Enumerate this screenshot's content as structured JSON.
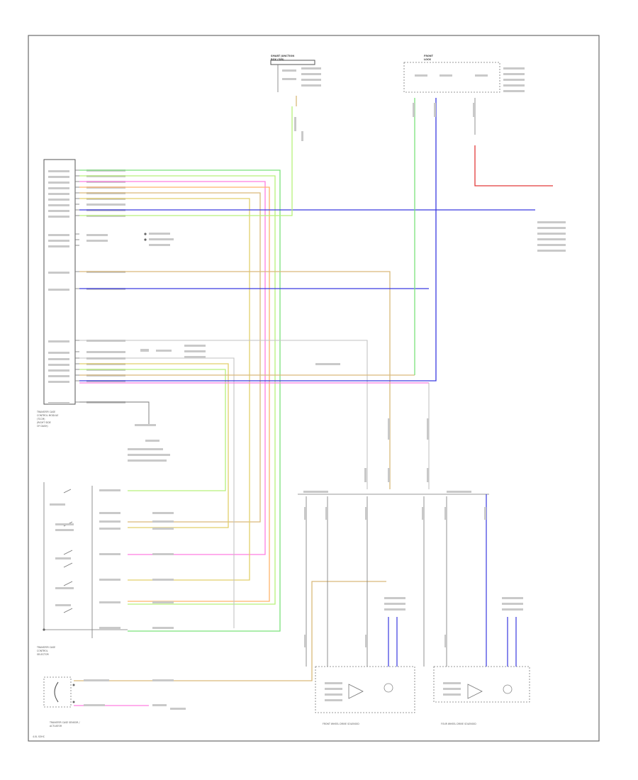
{
  "diagram": {
    "modules": {
      "left_module_label": [
        "TRANSFER CASE",
        "CONTROL MODULE",
        "(TCCM)",
        "(RIGHT SIDE",
        "OF DASH)"
      ],
      "switch_label": [
        "TRANSFER CASE",
        "CONTROL",
        "SELECTOR"
      ],
      "sensor_label": [
        "TRANSFER CASE SENSOR /",
        "ACTUATOR"
      ],
      "top_center_label": [
        "SMART JUNCTION",
        "BOX (SJB)"
      ],
      "top_right_label": [
        "FRONT",
        "LOCK"
      ],
      "front_solenoid_label": "FRONT WHEEL DRIVE SOLENOID",
      "rear_solenoid_label": "FOUR WHEEL DRIVE SOLENOID",
      "bottom_left_tag": "4.0L SOHC"
    },
    "wire_colors": {
      "green": "#7be27b",
      "light_green": "#b7f17a",
      "pink": "#ff7ee0",
      "orange": "#ffb36b",
      "tan": "#d9b97a",
      "yellow": "#e2cf6b",
      "blue": "#3a3ae0",
      "red": "#e23a3a",
      "gray": "#9a9a9a"
    }
  }
}
